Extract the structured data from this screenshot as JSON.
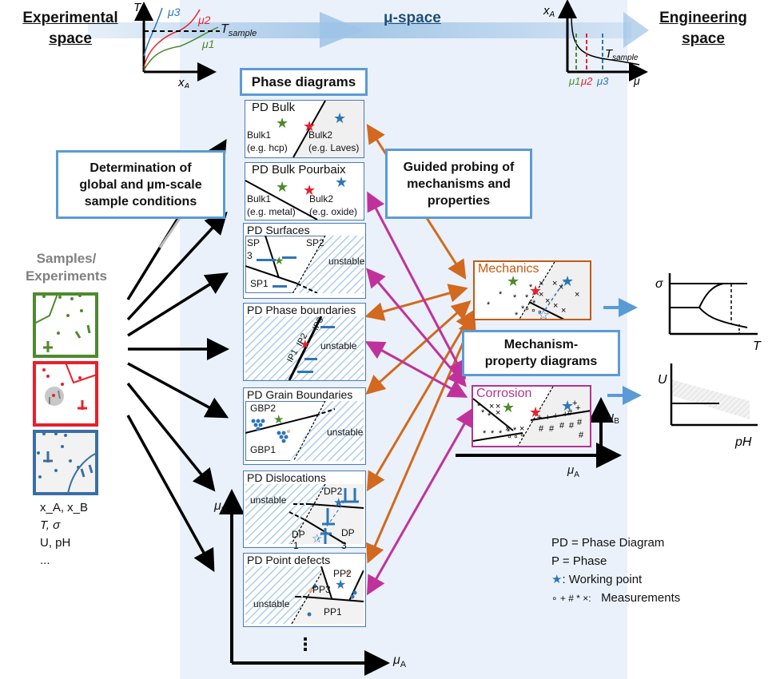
{
  "headers": {
    "experimental_space": [
      "Experimental",
      "space"
    ],
    "mu_space": "μ-space",
    "engineering_space": [
      "Engineering",
      "space"
    ]
  },
  "top_left_plot": {
    "y_axis": "T",
    "x_axis": "x",
    "x_axis_sub": "A",
    "curves": [
      "μ3",
      "μ2",
      "μ1"
    ],
    "dashed_label": "T",
    "dashed_label_sub": "sample",
    "colors": {
      "mu1": "#4e8a2e",
      "mu2": "#e8202a",
      "mu3": "#2e75b6"
    }
  },
  "top_right_plot": {
    "y_axis": "x",
    "y_axis_sub": "A",
    "x_axis": "μ",
    "ticks": [
      "μ1",
      "μ2",
      "μ3"
    ],
    "curve_label": "T",
    "curve_label_sub": "sample"
  },
  "boxes": {
    "phase_diagrams": "Phase diagrams",
    "determination": [
      "Determination of",
      "global and µm-scale",
      "sample conditions"
    ],
    "guided_probing": [
      "Guided probing of",
      "mechanisms and",
      "properties"
    ],
    "mechanism_property": [
      "Mechanism-",
      "property diagrams"
    ]
  },
  "phase_diagrams": [
    {
      "title": "PD Bulk",
      "labels": [
        "Bulk1",
        "(e.g. hcp)",
        "Bulk2",
        "(e.g. Laves)"
      ]
    },
    {
      "title": "PD Bulk Pourbaix",
      "labels": [
        "Bulk1",
        "(e.g. metal)",
        "Bulk2",
        "(e.g. oxide)"
      ]
    },
    {
      "title": "PD Surfaces",
      "labels": [
        "SP",
        "3",
        "SP2",
        "unstable",
        "SP1"
      ]
    },
    {
      "title": "PD Phase boundaries",
      "labels": [
        "IP1",
        "IP2",
        "IP3",
        "unstable"
      ]
    },
    {
      "title": "PD Grain Boundaries",
      "labels": [
        "GBP2",
        "GBP1",
        "unstable"
      ]
    },
    {
      "title": "PD Dislocations",
      "labels": [
        "unstable",
        "DP2",
        "DP",
        "DP",
        "1",
        "3"
      ]
    },
    {
      "title": "PD Point defects",
      "labels": [
        "PP2",
        "PP3",
        "unstable",
        "PP1"
      ]
    }
  ],
  "axes_main": {
    "y": "μ",
    "y_sub": "B",
    "x": "μ",
    "x_sub": "A",
    "ellipsis": "⋮"
  },
  "samples": {
    "title": [
      "Samples/",
      "Experiments"
    ],
    "colors": [
      "#4e8a2e",
      "#e8202a",
      "#3a6ea5"
    ],
    "variables": [
      "x_A, x_B",
      "T, σ",
      "U, pH",
      "..."
    ]
  },
  "mechanics": {
    "title": "Mechanics",
    "color": "#c55a11"
  },
  "corrosion": {
    "title": "Corrosion",
    "color": "#b4338f"
  },
  "mp_axes": {
    "y": "μ",
    "y_sub": "B",
    "x": "μ",
    "x_sub": "A"
  },
  "eng_plots": {
    "stress": {
      "y": "σ",
      "x": "T"
    },
    "potential": {
      "y": "U",
      "x": "pH"
    }
  },
  "legend": {
    "line1": "PD = Phase Diagram",
    "line2": "P = Phase",
    "line3": ": Working point",
    "line4_symbols": "∘ + # * ×:",
    "line4_label": "Measurements"
  },
  "colors": {
    "panel_bg": "#eaf1fa",
    "box_border": "#5b9bd5",
    "arrow_orange": "#d2691e",
    "arrow_magenta": "#c0329b",
    "star_green": "#4e8a2e",
    "star_red": "#e8202a",
    "star_blue": "#2e75b6"
  }
}
